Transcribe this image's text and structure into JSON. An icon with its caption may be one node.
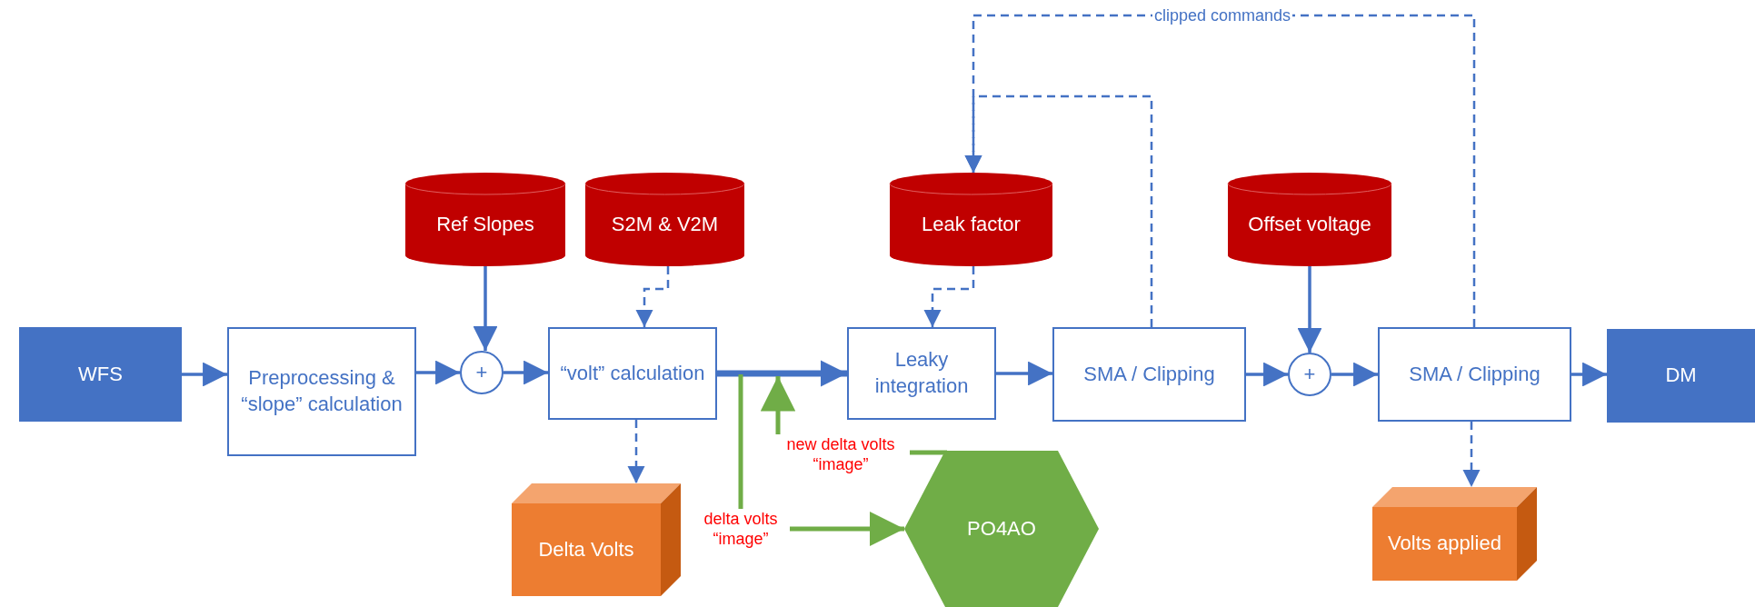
{
  "diagram": {
    "nodes": [
      {
        "text": [
          "WFS"
        ]
      },
      {
        "text": [
          "Preprocessing & “slope” calculation"
        ]
      },
      {
        "text": [
          "+"
        ]
      },
      {
        "text": [
          "Ref Slopes"
        ]
      },
      {
        "text": [
          "S2M & V2M"
        ]
      },
      {
        "text": [
          "“volt” calculation"
        ]
      },
      {
        "text": [
          "Delta Volts"
        ]
      },
      {
        "text": [
          "Leak factor"
        ]
      },
      {
        "text": [
          "Leaky integration"
        ]
      },
      {
        "text": [
          "SMA / Clipping"
        ]
      },
      {
        "text": [
          "Offset voltage"
        ]
      },
      {
        "text": [
          "+"
        ]
      },
      {
        "text": [
          "SMA / Clipping"
        ]
      },
      {
        "text": [
          "DM"
        ]
      },
      {
        "text": [
          "Volts applied"
        ]
      },
      {
        "text": [
          "PO4AO"
        ]
      }
    ],
    "edges": [
      {
        "from": 0,
        "to": 1,
        "arrow": "to"
      },
      {
        "from": 1,
        "to": 2,
        "arrow": "to"
      },
      {
        "from": 3,
        "to": 2,
        "arrow": "to"
      },
      {
        "from": 2,
        "to": 5,
        "arrow": "to"
      },
      {
        "from": 4,
        "to": 5,
        "arrow": "to",
        "style": "dashed"
      },
      {
        "from": 5,
        "to": 8,
        "arrow": "to",
        "style": "thick"
      },
      {
        "from": 5,
        "to": 6,
        "arrow": "to",
        "style": "dashed"
      },
      {
        "from": 7,
        "to": 8,
        "arrow": "to",
        "style": "dashed"
      },
      {
        "from": 8,
        "to": 9,
        "arrow": "to"
      },
      {
        "from": 9,
        "to": 7,
        "arrow": "to",
        "style": "dashed"
      },
      {
        "from": 12,
        "to": 7,
        "arrow": "to",
        "style": "dashed",
        "label": "clipped commands"
      },
      {
        "from": 9,
        "to": 11,
        "arrow": "to"
      },
      {
        "from": 10,
        "to": 11,
        "arrow": "to"
      },
      {
        "from": 11,
        "to": 12,
        "arrow": "to"
      },
      {
        "from": 12,
        "to": 13,
        "arrow": "to"
      },
      {
        "from": 12,
        "to": 14,
        "arrow": "to",
        "style": "dashed"
      },
      {
        "from": null,
        "to": 15,
        "arrow": "to",
        "color": "#70ad47",
        "label": "delta volts “image”"
      },
      {
        "from": 15,
        "to": null,
        "arrow": "to",
        "color": "#70ad47",
        "label": "new delta volts “image”"
      }
    ]
  }
}
